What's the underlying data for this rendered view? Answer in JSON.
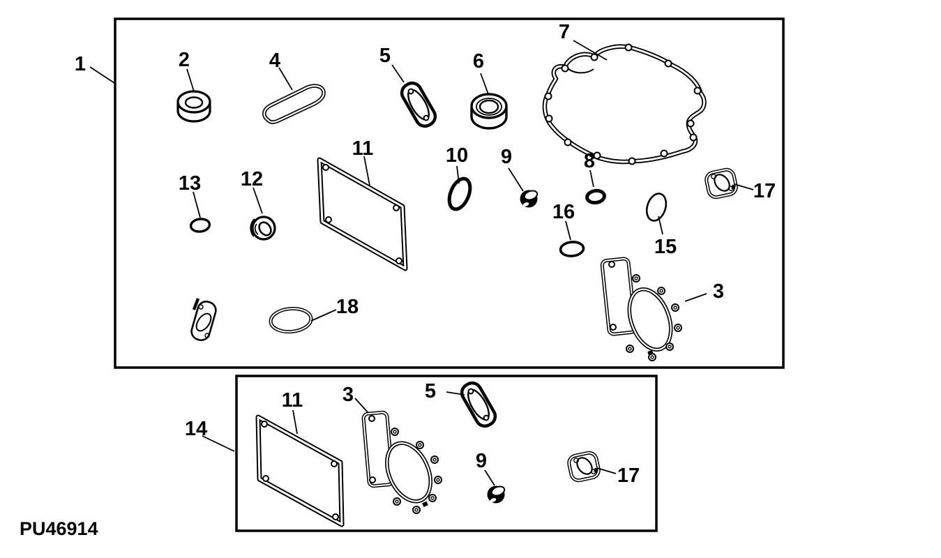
{
  "colors": {
    "background": "#ffffff",
    "line": "#000000"
  },
  "drawing_code": "PU46914",
  "top_kit": {
    "callouts": {
      "kit": "1",
      "crank_seal_small": "2",
      "head_gasket": "3",
      "breather_gasket": "4",
      "intake_gasket": "5",
      "crank_seal_large": "6",
      "crankcase_cover_gasket": "7",
      "oring_8": "8",
      "cup_plug": "9",
      "oring_10": "10",
      "rocker_cover_gasket": "11",
      "grooved_seal": "12",
      "oring_13": "13",
      "oring_15": "15",
      "oring_16": "16",
      "exhaust_gasket": "17",
      "oring_18": "18"
    }
  },
  "bottom_kit": {
    "callouts": {
      "kit": "14",
      "rocker_cover_gasket": "11",
      "head_gasket": "3",
      "intake_gasket": "5",
      "cup_plug": "9",
      "exhaust_gasket": "17"
    }
  }
}
